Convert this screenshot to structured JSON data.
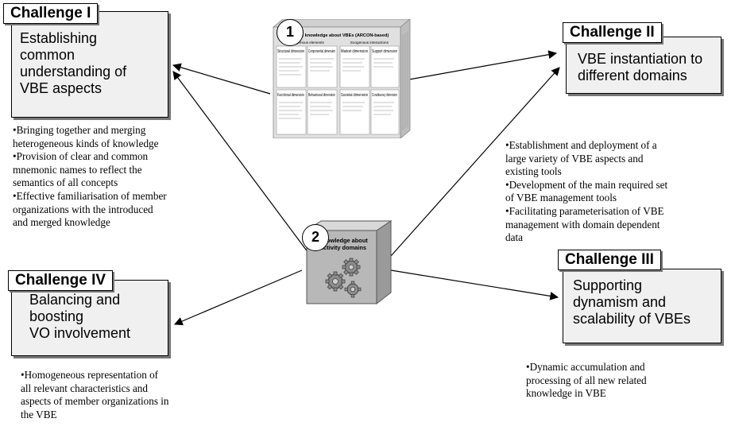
{
  "challenge1": {
    "title": "Challenge I",
    "lines": [
      "Establishing",
      "common",
      "understanding of",
      "VBE aspects"
    ],
    "bullets": [
      "•Bringing together and merging",
      "heterogeneous kinds of knowledge",
      "•Provision of clear and common",
      "mnemonic names to reflect the",
      "semantics of all concepts",
      "•Effective familiarisation of member",
      "organizations with the introduced",
      "and merged knowledge"
    ]
  },
  "challenge2": {
    "title": "Challenge II",
    "lines": [
      "VBE instantiation to",
      "different domains"
    ],
    "bullets": [
      "•Establishment and deployment of a",
      "large variety of VBE aspects and",
      "existing tools",
      "•Development of the main required set",
      "of VBE management tools",
      "•Facilitating parameterisation of VBE",
      "management with domain dependent",
      "data"
    ]
  },
  "challenge3": {
    "title": "Challenge III",
    "lines": [
      "Supporting",
      "dynamism and",
      "scalability of VBEs"
    ],
    "bullets": [
      "•Dynamic accumulation and",
      "processing of all new related",
      "knowledge in VBE"
    ]
  },
  "challenge4": {
    "title": "Challenge IV",
    "lines": [
      "Balancing and",
      "boosting",
      "VO involvement"
    ],
    "bullets": [
      "•Homogeneous representation of",
      "all relevant characteristics and",
      "aspects of member organizations in",
      "the VBE"
    ]
  },
  "cube1": {
    "number": "1",
    "title": "common knowledge about VBEs  (ARCON-based)",
    "left_header": "Endogenous elements",
    "right_header": "Exogenous interactions",
    "cells": [
      "Structural dimension",
      "Componential dimension",
      "Market dimension",
      "Support dimension",
      "Functional dimension",
      "Behavioural dimension",
      "Societal dimension",
      "Constituency dimension"
    ]
  },
  "cube2": {
    "number": "2",
    "label_line1": "Knowledge about",
    "label_line2": "activity domains"
  },
  "colors": {
    "box_fill": "#f0f0f0",
    "cube2_front": "#b8b8b8",
    "cube1_front": "#e0e0e0"
  }
}
